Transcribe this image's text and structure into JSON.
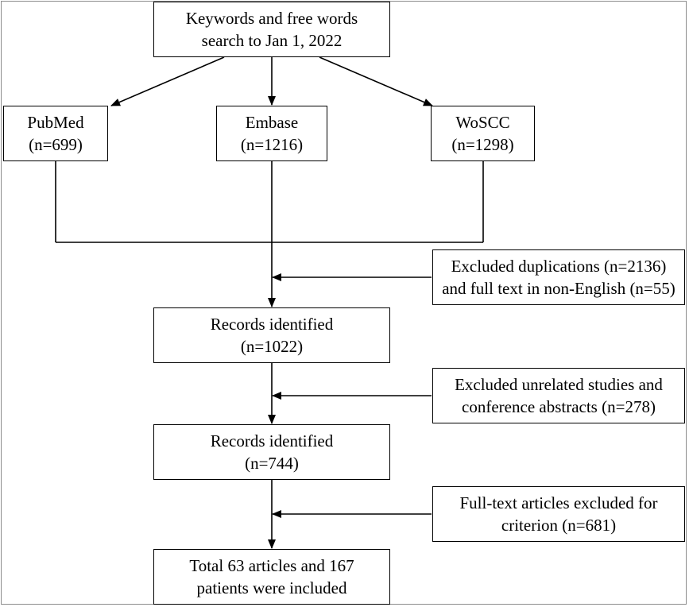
{
  "diagram": {
    "search": {
      "line1": "Keywords and free words",
      "line2": "search to Jan 1, 2022"
    },
    "sources": [
      {
        "name": "PubMed",
        "count": "(n=699)"
      },
      {
        "name": "Embase",
        "count": "(n=1216)"
      },
      {
        "name": "WoSCC",
        "count": "(n=1298)"
      }
    ],
    "exclusions": [
      {
        "line1": "Excluded duplications (n=2136)",
        "line2": "and full text in non-English (n=55)"
      },
      {
        "line1": "Excluded unrelated studies and",
        "line2": "conference abstracts (n=278)"
      },
      {
        "line1": "Full-text articles excluded for",
        "line2": "criterion (n=681)"
      }
    ],
    "records": [
      {
        "line1": "Records identified",
        "line2": "(n=1022)"
      },
      {
        "line1": "Records identified",
        "line2": "(n=744)"
      }
    ],
    "final": {
      "line1": "Total 63 articles and 167",
      "line2": "patients were included"
    }
  }
}
